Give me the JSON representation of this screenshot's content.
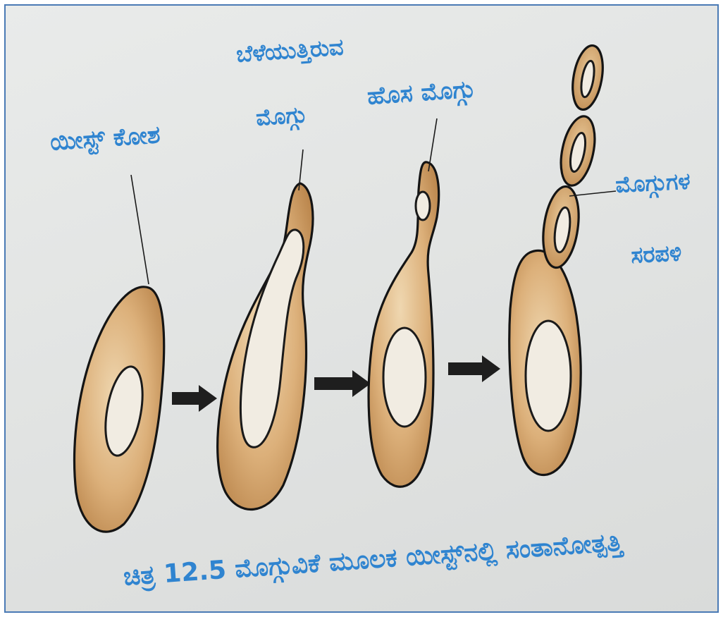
{
  "labels": {
    "yeast_cell": "ಯೀಸ್ಟ್ ಕೋಶ",
    "growing_bud_line1": "ಬೆಳೆಯುತ್ತಿರುವ",
    "growing_bud_line2": "ಮೊಗ್ಗು",
    "new_bud": "ಹೊಸ ಮೊಗ್ಗು",
    "bud_chain_line1": "ಮೊಗ್ಗುಗಳ",
    "bud_chain_line2": "ಸರಪಳಿ"
  },
  "caption": "ಚಿತ್ರ 12.5 ಮೊಗ್ಗುವಿಕೆ ಮೂಲಕ ಯೀಸ್ಟ್‌ನಲ್ಲಿ ಸಂತಾನೋತ್ಪತ್ತಿ",
  "colors": {
    "label_text": "#2f84d0",
    "cell_fill_light": "#e4c08e",
    "cell_fill_dark": "#b8824a",
    "outline": "#141414",
    "page_border": "#4a7ab5"
  }
}
